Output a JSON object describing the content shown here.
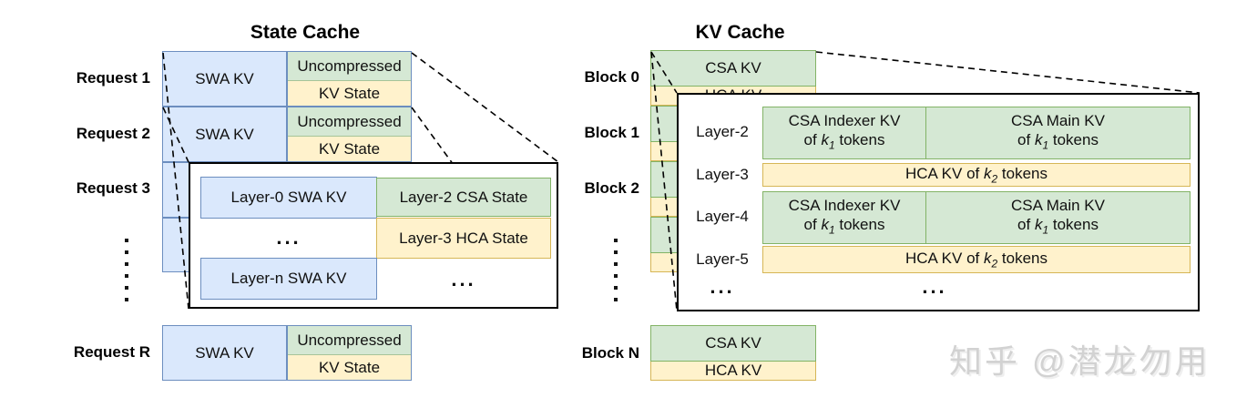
{
  "colors": {
    "blue_fill": "#dae8fc",
    "blue_stroke": "#6c8ebf",
    "green_fill": "#d5e8d4",
    "green_stroke": "#82b366",
    "yellow_fill": "#fff2cc",
    "yellow_stroke": "#d6b656",
    "watermark": "#d2d2d2"
  },
  "ellipsis": "...",
  "state_cache": {
    "title": "State Cache",
    "row_labels": [
      "Request 1",
      "Request 2",
      "Request 3",
      "Request R"
    ],
    "swa_label": "SWA KV",
    "uncompressed_label": "Uncompressed",
    "kv_state_label": "KV State",
    "detail": {
      "layer0": "Layer-0 SWA KV",
      "layern": "Layer-n SWA KV",
      "layer2": "Layer-2 CSA State",
      "layer3": "Layer-3 HCA State"
    }
  },
  "kv_cache": {
    "title": "KV Cache",
    "row_labels": [
      "Block 0",
      "Block 1",
      "Block 2",
      "Block N"
    ],
    "csa_label": "CSA KV",
    "hca_label": "HCA KV",
    "detail": {
      "layer_labels": [
        "Layer-2",
        "Layer-3",
        "Layer-4",
        "Layer-5"
      ],
      "indexer_line1": "CSA Indexer KV",
      "main_line1": "CSA Main KV",
      "of_pre": "of ",
      "k_var": "k",
      "sub1": "1",
      "sub2": "2",
      "tokens_post": " tokens",
      "hca_pre": "HCA KV of "
    }
  },
  "watermark": {
    "text": "知乎 @潜龙勿用"
  }
}
